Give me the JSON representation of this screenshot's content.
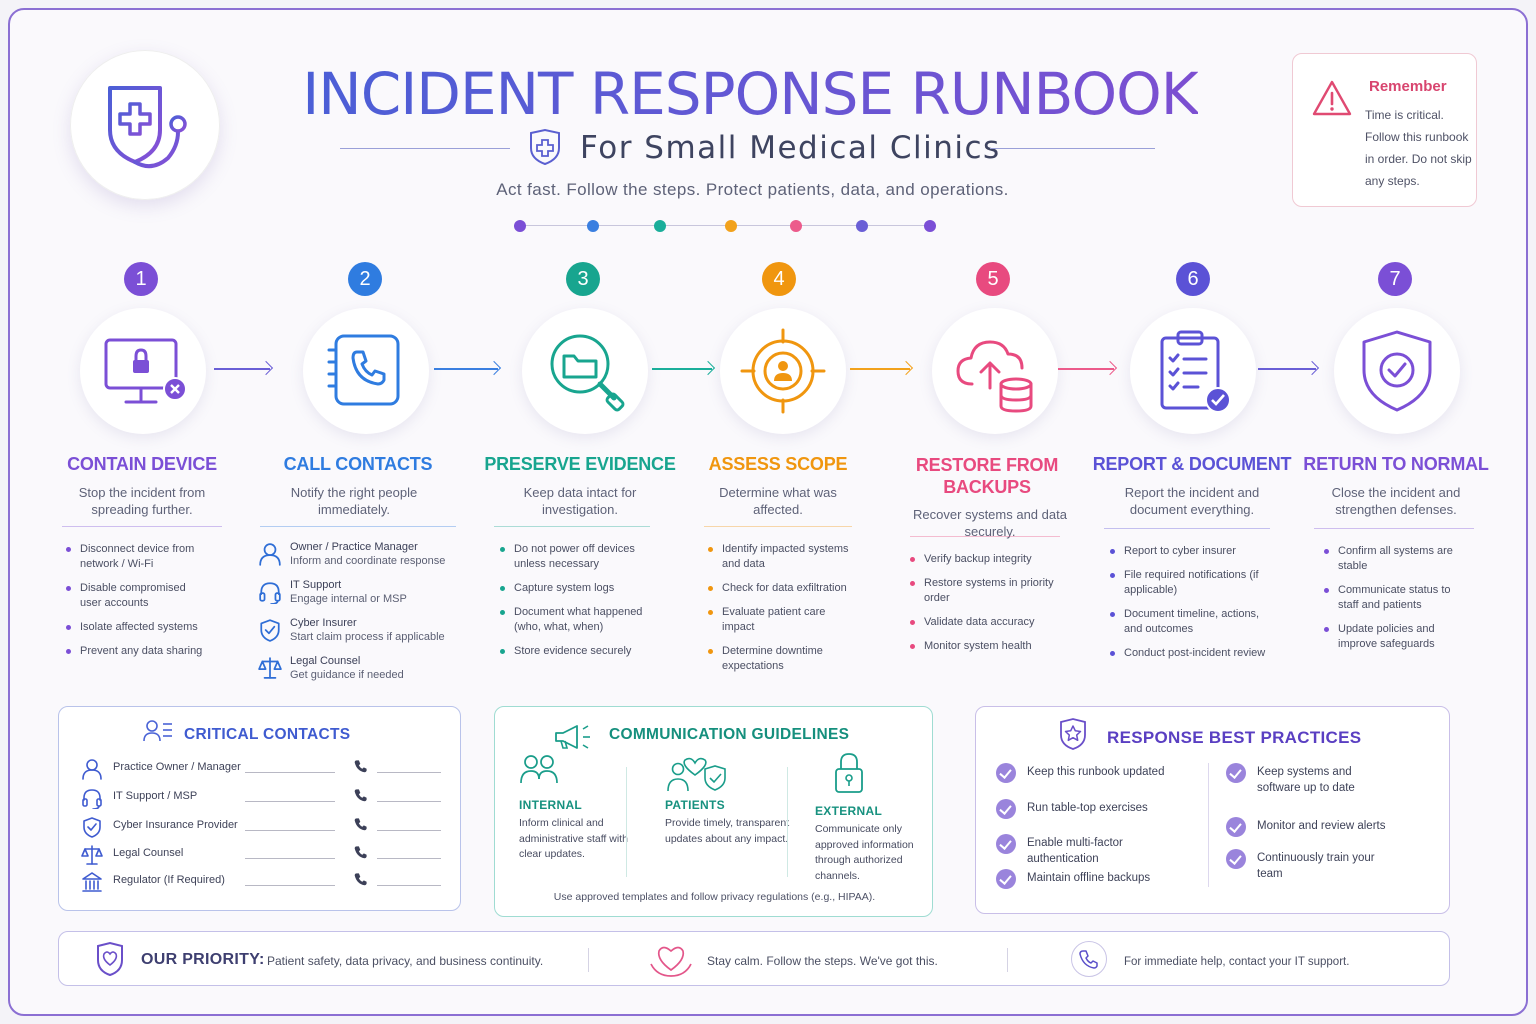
{
  "header": {
    "title": "INCIDENT RESPONSE RUNBOOK",
    "subtitle": "For Small Medical Clinics",
    "tagline": "Act fast. Follow the steps. Protect patients, data, and operations.",
    "progress_dot_colors": [
      "#7b4fd6",
      "#3a7fe0",
      "#1aae9a",
      "#f2a21c",
      "#ec5b8b",
      "#6a5fd6",
      "#7b4fd6"
    ]
  },
  "remember": {
    "title": "Remember",
    "text": "Time is critical. Follow this runbook in order. Do not skip any steps."
  },
  "steps": [
    {
      "number": "1",
      "color": "#7b4fd6",
      "name": "CONTAIN DEVICE",
      "desc": "Stop the incident from spreading further.",
      "icon": "computer-lock-icon",
      "items": [
        "Disconnect device from network / Wi-Fi",
        "Disable compromised user accounts",
        "Isolate affected systems",
        "Prevent any data sharing"
      ]
    },
    {
      "number": "2",
      "color": "#2f7ce0",
      "name": "CALL CONTACTS",
      "desc": "Notify the right people immediately.",
      "icon": "phone-icon",
      "contacts": [
        {
          "name": "Owner / Practice Manager",
          "detail": "Inform and coordinate response",
          "icon": "person-icon"
        },
        {
          "name": "IT Support",
          "detail": "Engage internal or MSP",
          "icon": "headset-icon"
        },
        {
          "name": "Cyber Insurer",
          "detail": "Start claim process if applicable",
          "icon": "shield-icon"
        },
        {
          "name": "Legal Counsel",
          "detail": "Get guidance if needed",
          "icon": "scales-icon"
        }
      ]
    },
    {
      "number": "3",
      "color": "#18a58f",
      "name": "PRESERVE EVIDENCE",
      "desc": "Keep data intact for investigation.",
      "icon": "folder-magnifier-icon",
      "items": [
        "Do not power off devices unless necessary",
        "Capture system logs",
        "Document what happened (who, what, when)",
        "Store evidence securely"
      ]
    },
    {
      "number": "4",
      "color": "#f0960f",
      "name": "ASSESS SCOPE",
      "desc": "Determine what was affected.",
      "icon": "target-person-icon",
      "items": [
        "Identify impacted systems and data",
        "Check for data exfiltration",
        "Evaluate patient care impact",
        "Determine downtime expectations"
      ]
    },
    {
      "number": "5",
      "color": "#e84a7f",
      "name": "RESTORE FROM BACKUPS",
      "desc": "Recover systems and data securely.",
      "icon": "cloud-upload-database-icon",
      "items": [
        "Verify backup integrity",
        "Restore systems in priority order",
        "Validate data accuracy",
        "Monitor system health"
      ]
    },
    {
      "number": "6",
      "color": "#5b52d6",
      "name": "REPORT & DOCUMENT",
      "desc": "Report the incident and document everything.",
      "icon": "clipboard-check-icon",
      "items": [
        "Report to cyber insurer",
        "File required notifications (if applicable)",
        "Document timeline, actions, and outcomes",
        "Conduct post-incident review"
      ]
    },
    {
      "number": "7",
      "color": "#7b4fd6",
      "name": "RETURN TO NORMAL",
      "desc": "Close the incident and strengthen defenses.",
      "icon": "shield-check-icon",
      "items": [
        "Confirm all systems are stable",
        "Communicate status to staff and patients",
        "Update policies and improve safeguards"
      ]
    }
  ],
  "critical_contacts": {
    "title": "CRITICAL CONTACTS",
    "rows": [
      {
        "label": "Practice Owner / Manager",
        "icon": "person-icon"
      },
      {
        "label": "IT Support / MSP",
        "icon": "headset-icon"
      },
      {
        "label": "Cyber Insurance Provider",
        "icon": "shield-icon"
      },
      {
        "label": "Legal Counsel",
        "icon": "scales-icon"
      },
      {
        "label": "Regulator  (If Required)",
        "icon": "building-icon"
      }
    ]
  },
  "communication": {
    "title": "COMMUNICATION GUIDELINES",
    "columns": [
      {
        "title": "INTERNAL",
        "text": "Inform clinical and administrative staff with clear updates.",
        "icon": "people-icon"
      },
      {
        "title": "PATIENTS",
        "text": "Provide timely, transparent updates about any impact.",
        "icon": "people-heart-shield-icon"
      },
      {
        "title": "EXTERNAL",
        "text": "Communicate only approved information through authorized channels.",
        "icon": "padlock-icon"
      }
    ],
    "note": "Use approved templates and follow privacy regulations (e.g., HIPAA)."
  },
  "best_practices": {
    "title": "RESPONSE BEST PRACTICES",
    "left": [
      "Keep this runbook updated",
      "Run table-top exercises",
      "Enable multi-factor authentication",
      "Maintain offline backups"
    ],
    "right": [
      "Keep systems and software up to date",
      "Monitor and review alerts",
      "Continuously train your team"
    ]
  },
  "footer": {
    "priority_label": "OUR PRIORITY:",
    "priority_text": "Patient safety, data privacy, and business continuity.",
    "calm_text": "Stay calm. Follow the steps. We've got this.",
    "help_text": "For immediate help, contact your IT support."
  }
}
